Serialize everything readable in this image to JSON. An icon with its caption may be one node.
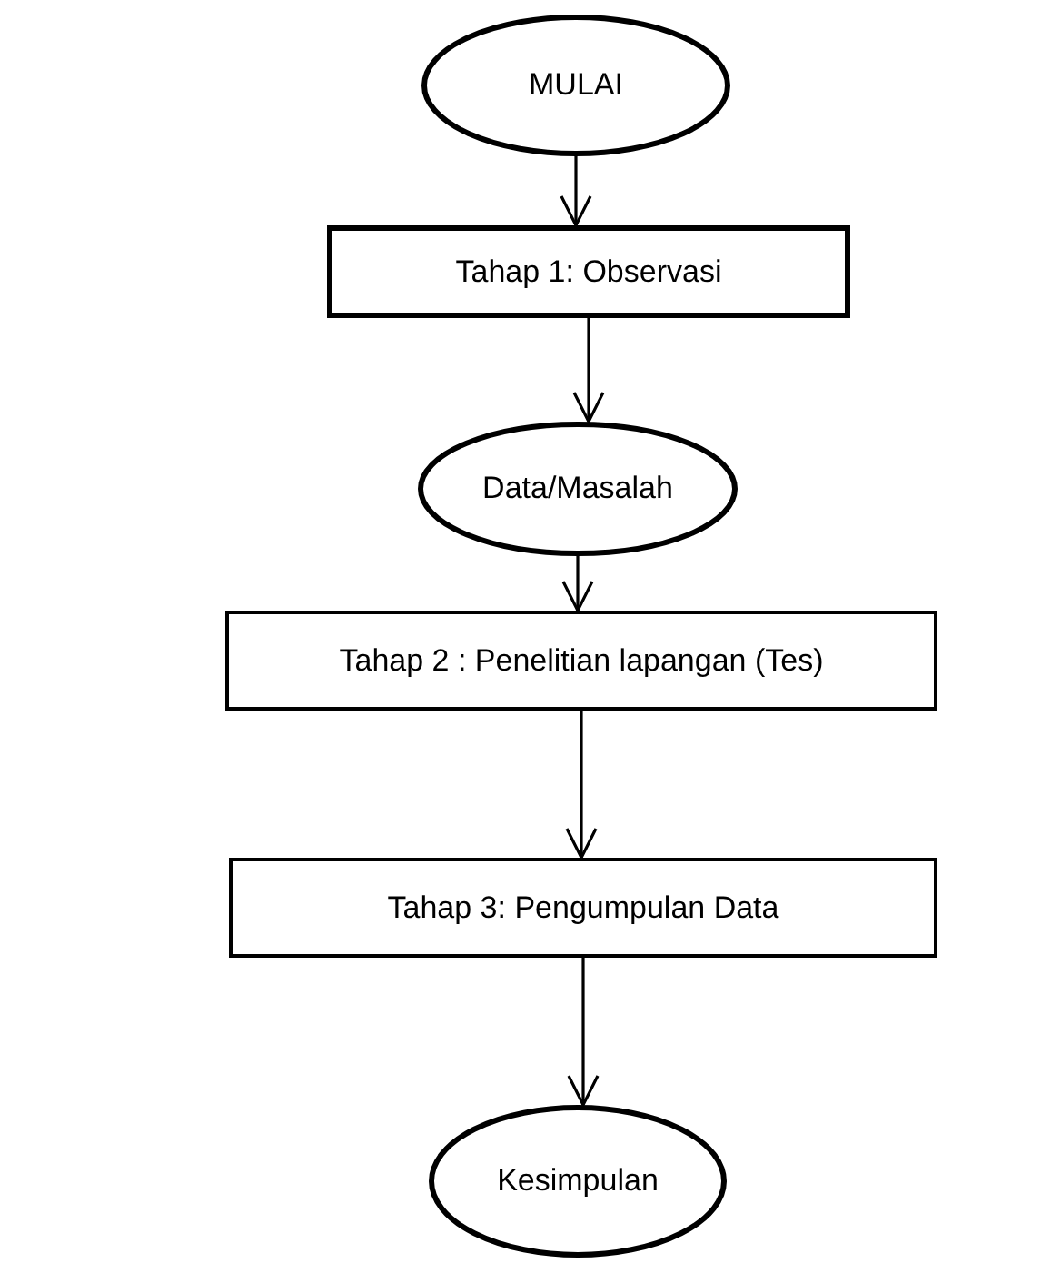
{
  "diagram": {
    "nodes": [
      {
        "text": [
          "MULAI"
        ]
      },
      {
        "text": [
          "Tahap 1: Observasi"
        ]
      },
      {
        "text": [
          "Data/Masalah"
        ]
      },
      {
        "text": [
          "Tahap 2 : Penelitian lapangan (Tes)"
        ]
      },
      {
        "text": [
          "Tahap 3: Pengumpulan Data"
        ]
      },
      {
        "text": [
          "Kesimpulan"
        ]
      }
    ],
    "edges": [
      {
        "from": 0,
        "to": 1,
        "arrow": "to"
      },
      {
        "from": 1,
        "to": 2,
        "arrow": "to"
      },
      {
        "from": 2,
        "to": 3,
        "arrow": "to"
      },
      {
        "from": 3,
        "to": 4,
        "arrow": "to"
      },
      {
        "from": 4,
        "to": 5,
        "arrow": "to"
      }
    ]
  }
}
